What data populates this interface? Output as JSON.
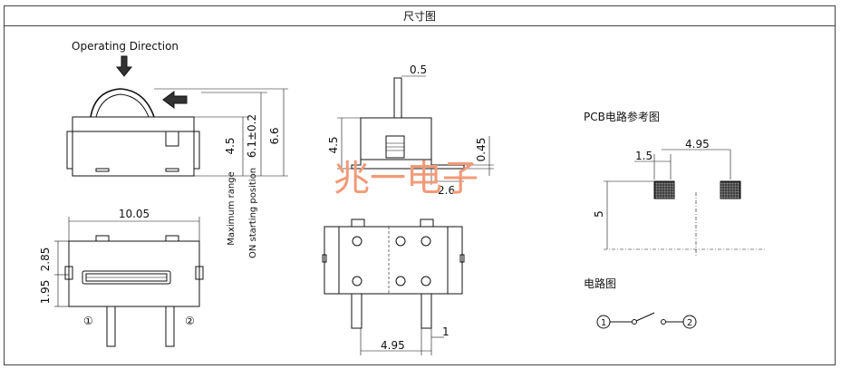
{
  "title": "尺寸图",
  "watermark": "兆一电子",
  "colors": {
    "line": "#111111",
    "watermark": "#f29a78",
    "pad_fill": "#9a9a9a"
  },
  "side_view": {
    "operating_direction": "Operating Direction",
    "dim_4_5": "4.5",
    "dim_6_1": "6.1±0.2",
    "dim_6_6": "6.6",
    "max_range": "Maximum range",
    "on_position": "ON starting position"
  },
  "top_view": {
    "width": "10.05",
    "dim_2_85": "2.85",
    "dim_1_95": "1.95",
    "pin1": "①",
    "pin2": "②"
  },
  "front_view": {
    "dim_0_5": "0.5",
    "dim_4_5": "4.5",
    "dim_0_45": "0.45",
    "dim_2_6": "2.6"
  },
  "bottom_view": {
    "dim_4_95": "4.95",
    "dim_1": "1"
  },
  "pcb": {
    "title": "PCB电路参考图",
    "dim_1_5": "1.5",
    "dim_4_95": "4.95",
    "dim_5": "5"
  },
  "circuit": {
    "title": "电路图",
    "node1": "1",
    "node2": "2"
  }
}
